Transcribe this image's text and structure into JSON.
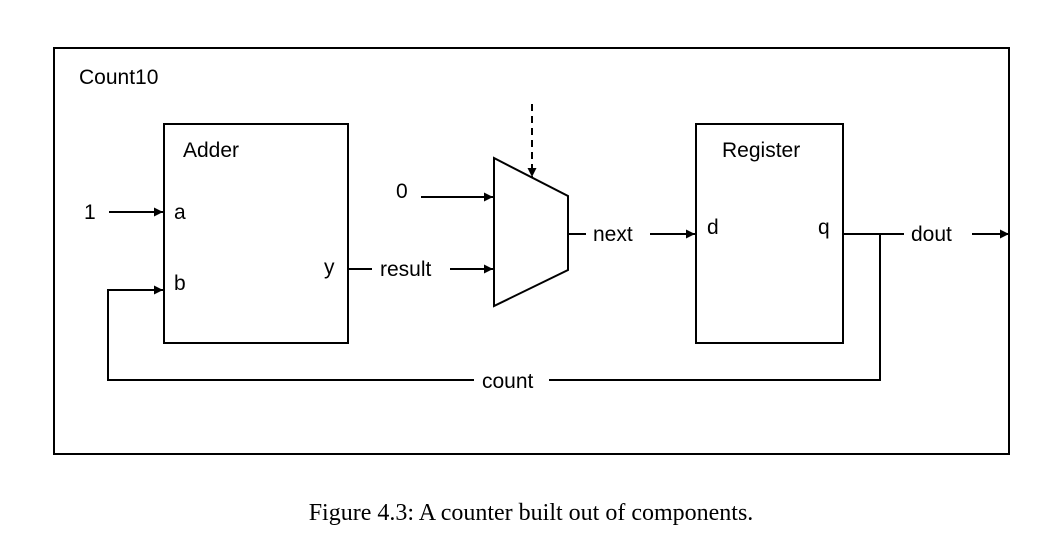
{
  "diagram": {
    "outer_label": "Count10",
    "adder": {
      "title": "Adder",
      "port_a": "a",
      "port_b": "b",
      "port_y": "y"
    },
    "register": {
      "title": "Register",
      "port_d": "d",
      "port_q": "q"
    },
    "signals": {
      "const_one": "1",
      "const_zero": "0",
      "result": "result",
      "next": "next",
      "dout": "dout",
      "count": "count"
    }
  },
  "caption": "Figure 4.3: A counter built out of components."
}
